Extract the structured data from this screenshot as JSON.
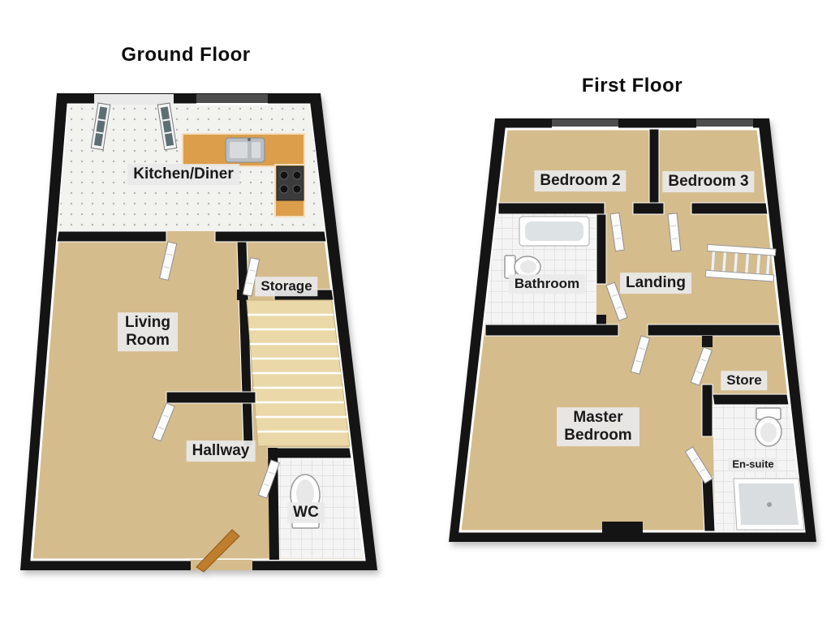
{
  "ground_floor": {
    "title": "Ground Floor",
    "rooms": {
      "kitchen_diner": "Kitchen/Diner",
      "living_room": "Living Room",
      "storage": "Storage",
      "hallway": "Hallway",
      "wc": "WC"
    }
  },
  "first_floor": {
    "title": "First Floor",
    "rooms": {
      "bedroom_2": "Bedroom 2",
      "bedroom_3": "Bedroom 3",
      "bathroom": "Bathroom",
      "landing": "Landing",
      "master_bedroom": "Master Bedroom",
      "store": "Store",
      "en_suite": "En-suite"
    }
  },
  "colors": {
    "wall": "#141414",
    "carpet": "#d5bc8d",
    "tile_floor": "#f4f4f4",
    "kitchen_counter": "#dc9e4b",
    "stairs": "#ead8a8",
    "front_door": "#bf7e2d",
    "label_background": "#e9e9e9",
    "label_text": "#1a1a1a",
    "background": "#ffffff"
  }
}
